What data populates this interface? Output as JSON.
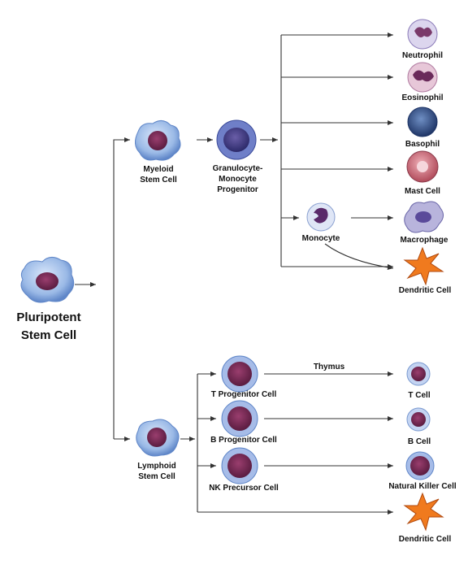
{
  "cells": {
    "pluripotent": {
      "lines": [
        "Pluripotent",
        "Stem Cell"
      ]
    },
    "myeloid": {
      "lines": [
        "Myeloid",
        "Stem Cell"
      ]
    },
    "gm_progenitor": {
      "lines": [
        "Granulocyte-",
        "Monocyte",
        "Progenitor"
      ]
    },
    "neutrophil": "Neutrophil",
    "eosinophil": "Eosinophil",
    "basophil": "Basophil",
    "mast_cell": "Mast Cell",
    "monocyte": "Monocyte",
    "macrophage": "Macrophage",
    "dendritic_myeloid": "Dendritic Cell",
    "lymphoid": {
      "lines": [
        "Lymphoid",
        "Stem Cell"
      ]
    },
    "t_progenitor": "T Progenitor Cell",
    "b_progenitor": "B Progenitor Cell",
    "nk_precursor": "NK Precursor Cell",
    "t_cell": "T Cell",
    "b_cell": "B Cell",
    "nk_cell": "Natural Killer Cell",
    "dendritic_lymphoid": "Dendritic Cell"
  },
  "edge_labels": {
    "thymus": "Thymus"
  },
  "colors": {
    "line": "#333333",
    "stem_cytoplasm": "#a9c4ea",
    "nucleus": "#7a2a55",
    "dendritic": "#f07a1e",
    "basophil": "#2f4f86",
    "mast": "#c45a6a"
  }
}
